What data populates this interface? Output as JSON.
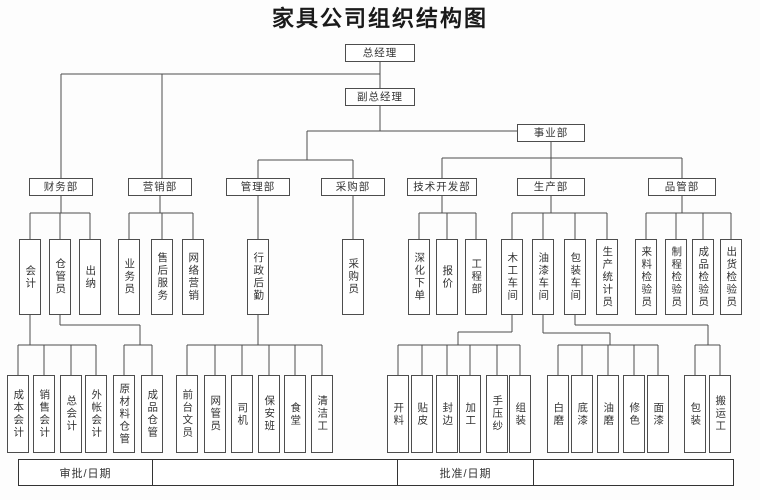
{
  "title": "家具公司组织结构图",
  "org": {
    "general_manager": "总经理",
    "deputy_general_manager": "副总经理",
    "business_division": "事业部",
    "departments": {
      "finance": "财务部",
      "marketing": "营销部",
      "admin": "管理部",
      "purchasing": "采购部",
      "tech": "技术开发部",
      "production": "生产部",
      "qc": "品管部"
    },
    "staff": {
      "accountant": "会计",
      "warehouse_keeper": "仓管员",
      "cashier": "出纳",
      "salesman": "业务员",
      "after_sales": "售后服务",
      "online_marketing": "网络营销",
      "admin_logistics": "行政后勤",
      "purchaser": "采购员",
      "order_detailing": "深化下单",
      "quotation": "报价",
      "engineering": "工程部",
      "wood_workshop": "木工车间",
      "paint_workshop": "油漆车间",
      "packing_workshop": "包装车间",
      "production_statistician": "生产统计员",
      "incoming_inspector": "来料检验员",
      "process_inspector": "制程检验员",
      "finished_inspector": "成品检验员",
      "shipping_inspector": "出货检验员"
    },
    "workers": {
      "cost_accountant": "成本会计",
      "sales_accountant": "销售会计",
      "chief_accountant": "总会计",
      "external_accountant": "外帐会计",
      "raw_material_warehouse": "原材料仓管",
      "finished_goods_warehouse": "成品仓管",
      "receptionist": "前台文员",
      "network_admin": "网管员",
      "driver": "司机",
      "security_team": "保安班",
      "canteen": "食堂",
      "cleaner": "清洁工",
      "cutting": "开料",
      "veneering": "贴皮",
      "edge_banding": "封边",
      "processing": "加工",
      "hand_press": "手压纱",
      "assembly": "组装",
      "white_sanding": "白磨",
      "primer": "底漆",
      "oil_sanding": "油磨",
      "color_repair": "修色",
      "topcoat": "面漆",
      "packing": "包装",
      "porter": "搬运工"
    }
  },
  "footer": {
    "review_date_label": "审批/日期",
    "approve_date_label": "批准/日期"
  },
  "colors": {
    "line": "#4d4d4d",
    "text": "#333333",
    "background": "#fdfdfd"
  }
}
